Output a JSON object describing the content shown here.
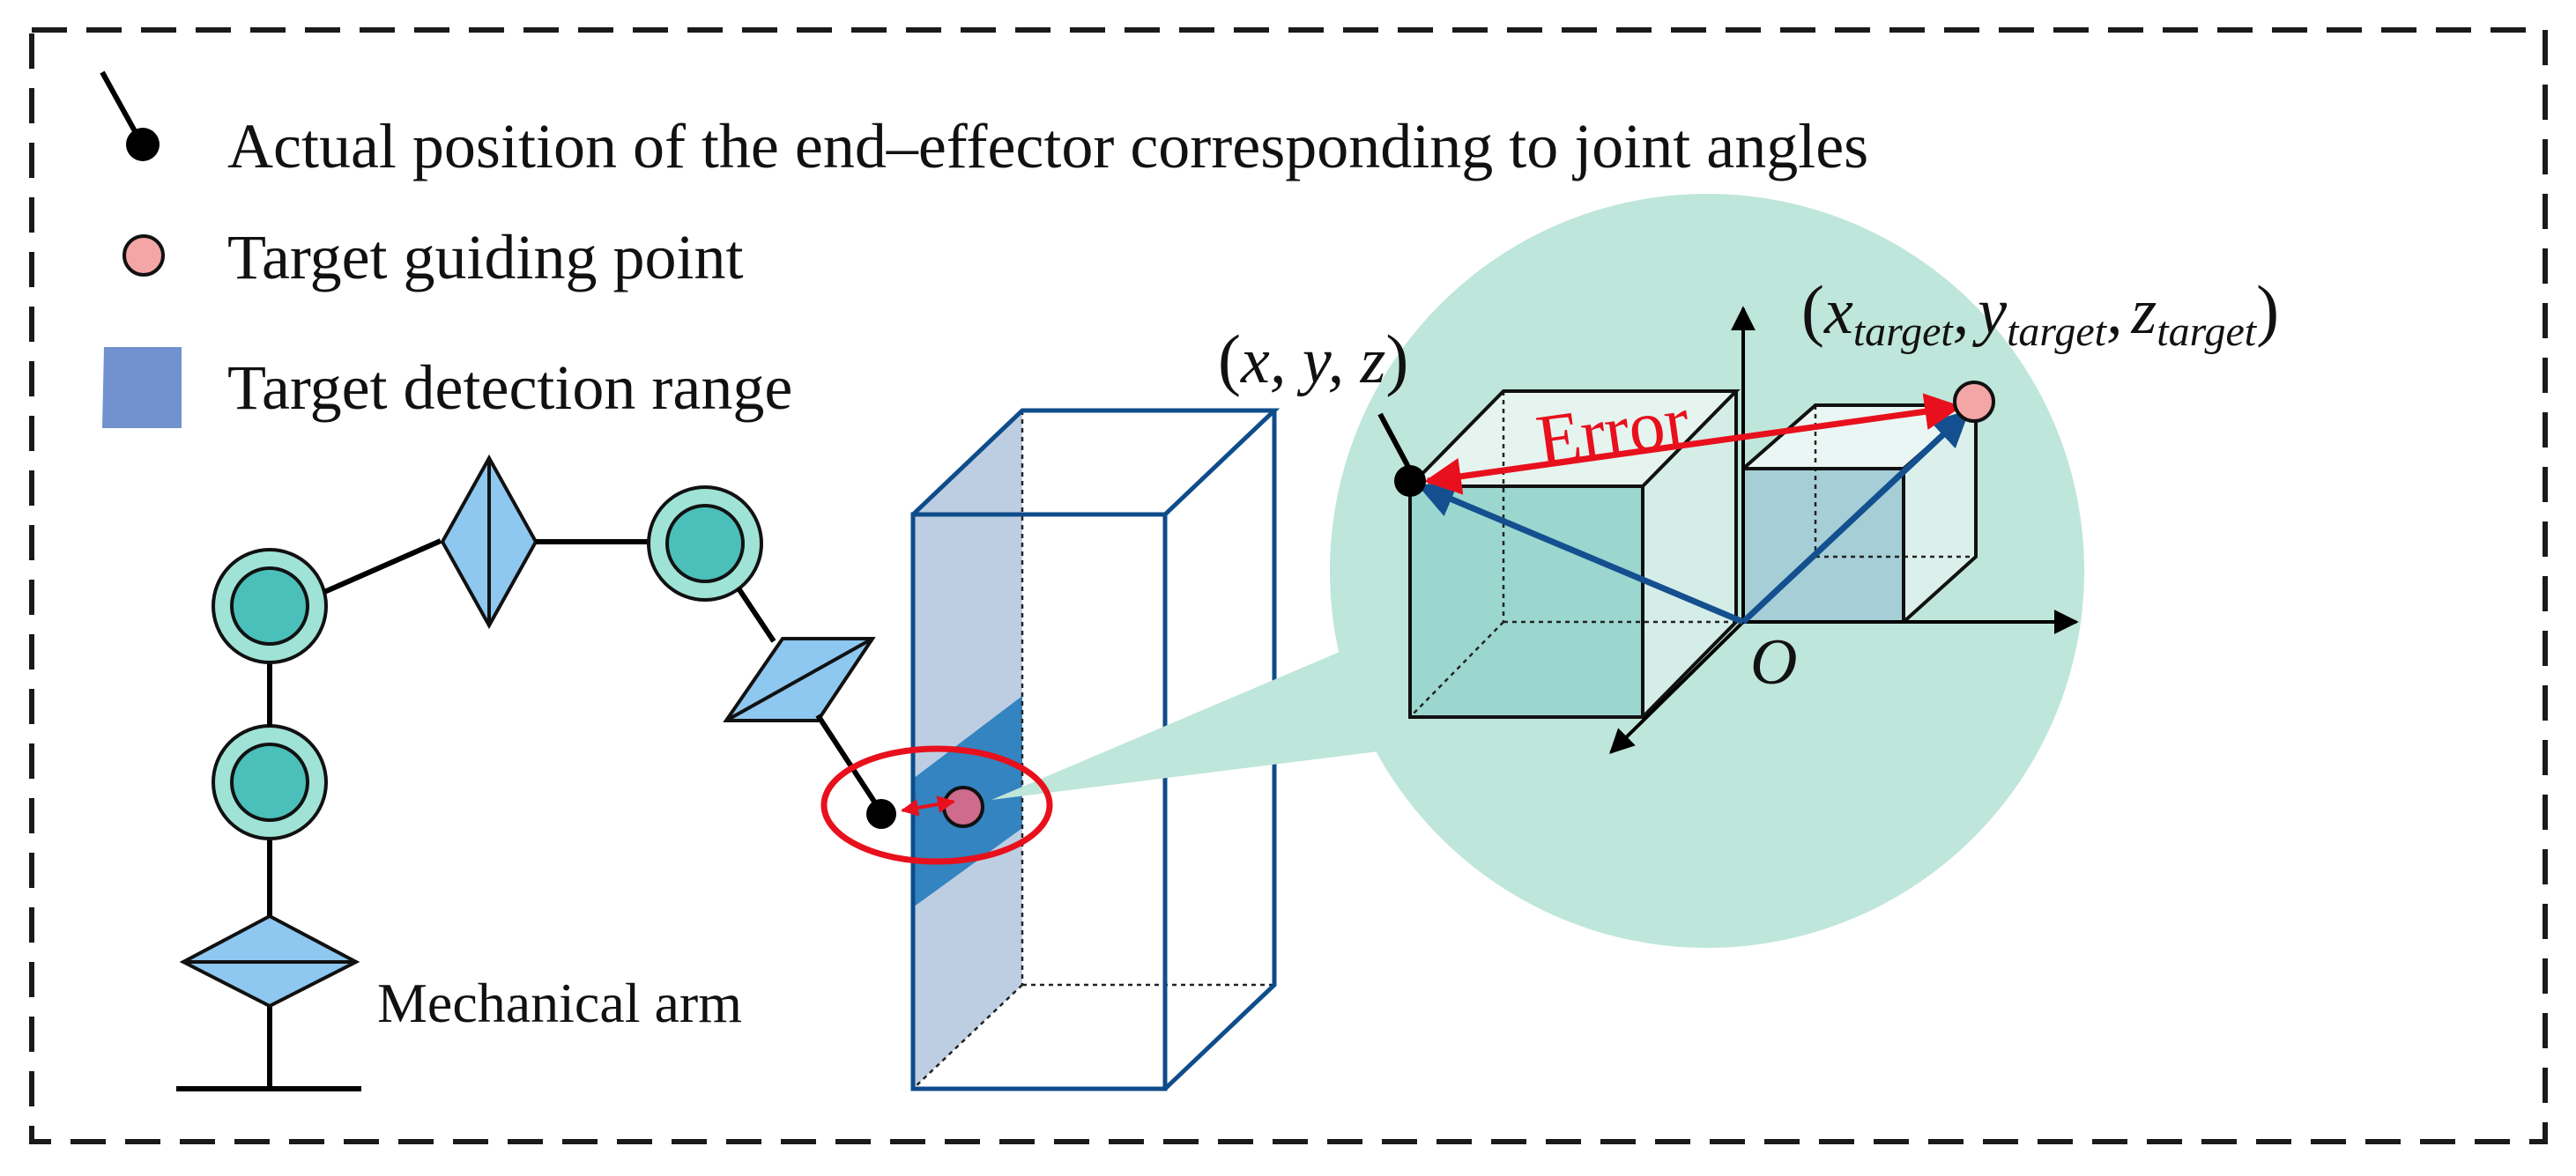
{
  "legend": {
    "items": [
      {
        "label": "Actual position of the end–effector corresponding to joint angles",
        "icon": "end-effector-dot-icon"
      },
      {
        "label": "Target guiding point",
        "icon": "pink-circle-icon"
      },
      {
        "label": "Target detection range",
        "icon": "blue-square-icon"
      }
    ]
  },
  "labels": {
    "mechanical_arm": "Mechanical arm",
    "error": "Error",
    "origin": "O",
    "actual_point": {
      "open": "(",
      "body": "x, y, z",
      "close": ")"
    },
    "target_point": {
      "open": "(",
      "x": "x",
      "y": "y",
      "z": "z",
      "sub": "target",
      "comma": ",",
      "close": ")"
    }
  },
  "colors": {
    "border": "#1a1a1a",
    "joint_fill": "#9fe3d6",
    "joint_inner": "#4bbfb9",
    "link_fill": "#8ec7ef",
    "detection_fill": "#7c9ec6",
    "detection_band": "#3384c0",
    "box_stroke": "#0f4c8a",
    "magnifier": "#bfe6da",
    "error_red": "#e8101c",
    "vector_blue": "#14508f",
    "target_pink": "#f4a5a5",
    "end_black": "#000000"
  }
}
